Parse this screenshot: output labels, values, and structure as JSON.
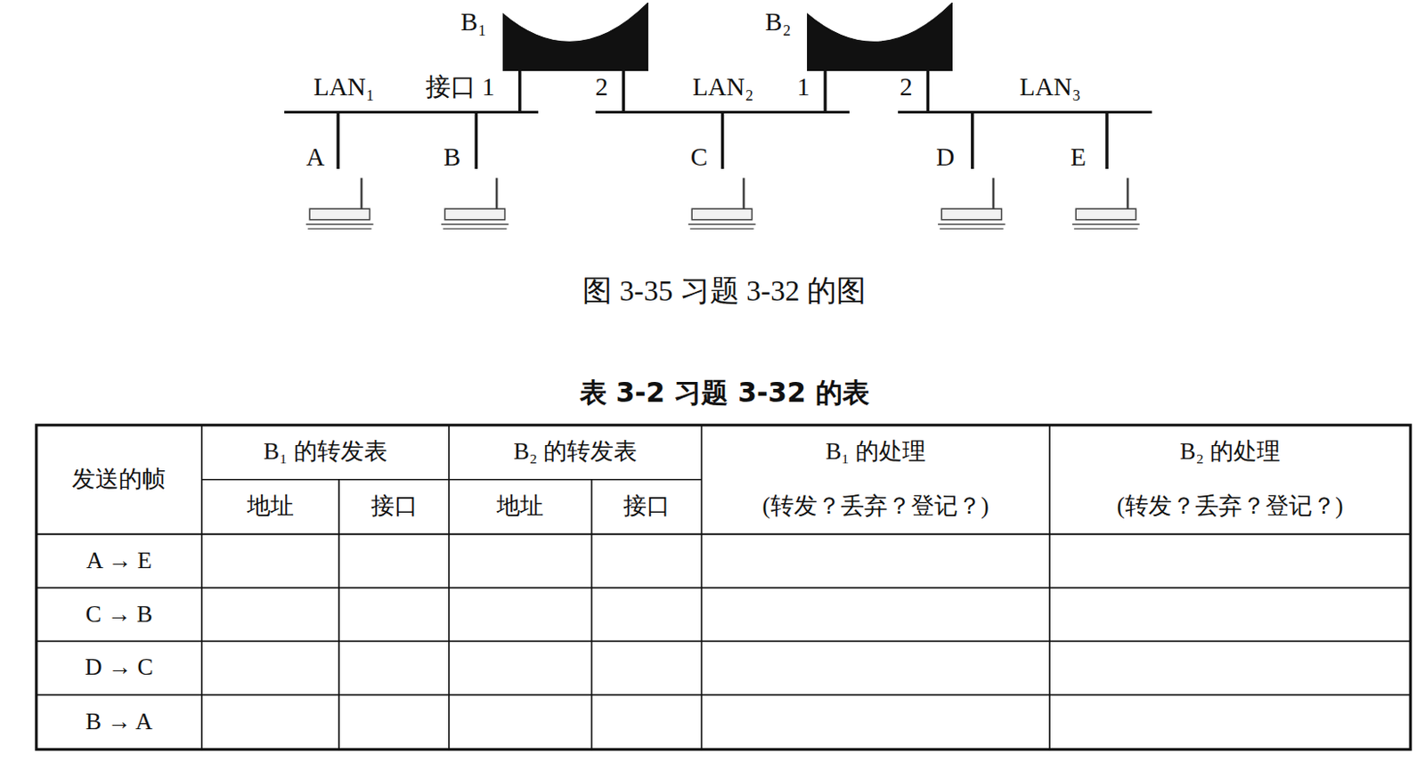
{
  "diagram": {
    "caption": "图 3-35 习题 3-32 的图",
    "nodes": [
      {
        "text": [
          "B₁"
        ]
      },
      {
        "text": [
          "B₂"
        ]
      },
      {
        "text": [
          "LAN₁"
        ]
      },
      {
        "text": [
          "LAN₂"
        ]
      },
      {
        "text": [
          "LAN₃"
        ]
      },
      {
        "text": [
          "A"
        ]
      },
      {
        "text": [
          "B"
        ]
      },
      {
        "text": [
          "C"
        ]
      },
      {
        "text": [
          "D"
        ]
      },
      {
        "text": [
          "E"
        ]
      }
    ],
    "edges": [
      {
        "from": 0,
        "to": 2,
        "arrow": "none"
      },
      {
        "from": 0,
        "to": 3,
        "arrow": "none"
      },
      {
        "from": 1,
        "to": 3,
        "arrow": "none"
      },
      {
        "from": 1,
        "to": 4,
        "arrow": "none"
      },
      {
        "from": 2,
        "to": 5,
        "arrow": "none"
      },
      {
        "from": 2,
        "to": 6,
        "arrow": "none"
      },
      {
        "from": 3,
        "to": 7,
        "arrow": "none"
      },
      {
        "from": 4,
        "to": 8,
        "arrow": "none"
      },
      {
        "from": 4,
        "to": 9,
        "arrow": "none"
      }
    ],
    "labels": [
      "接口 1",
      "2",
      "1",
      "2",
      "表 3-2 习题 3-32 的表",
      "发送的帧",
      "B₁ 的转发表",
      "B₂ 的转发表",
      "B₁ 的处理",
      "B₂ 的处理",
      "地址",
      "接口",
      "地址",
      "接口",
      "(转发？丢弃？登记？)",
      "(转发？丢弃？登记？)",
      "A → E",
      "C → B",
      "D → C",
      "B → A"
    ]
  }
}
